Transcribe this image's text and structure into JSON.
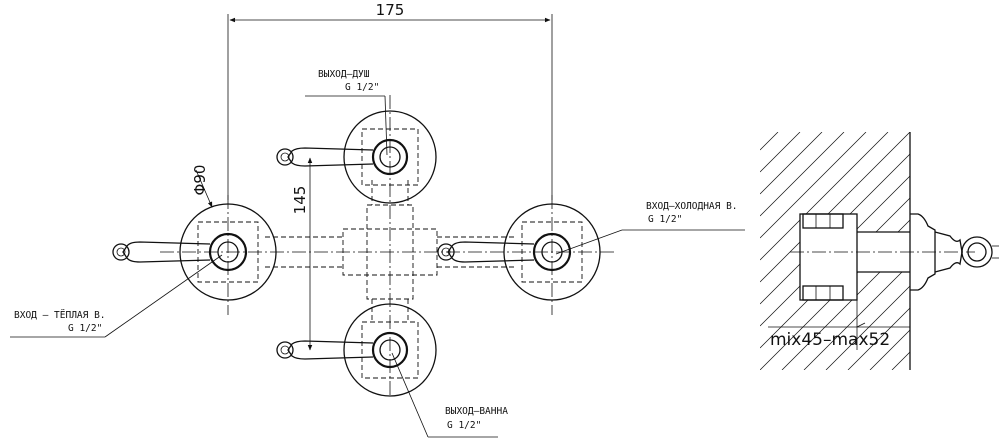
{
  "dimensions": {
    "center_distance": "175",
    "vertical_distance": "145",
    "diameter": "Φ90",
    "wall_range": "mix45–max52"
  },
  "callouts": {
    "shower_outlet": {
      "name": "ВЫХОД–ДУШ",
      "thread": "G 1/2\""
    },
    "warm_inlet": {
      "name": "ВХОД – ТЁПЛАЯ В.",
      "thread": "G 1/2\""
    },
    "cold_inlet": {
      "name": "ВХОД–ХОЛОДНАЯ В.",
      "thread": "G 1/2\""
    },
    "bath_outlet": {
      "name": "ВЫХОД–ВАННА",
      "thread": "G 1/2\""
    }
  }
}
